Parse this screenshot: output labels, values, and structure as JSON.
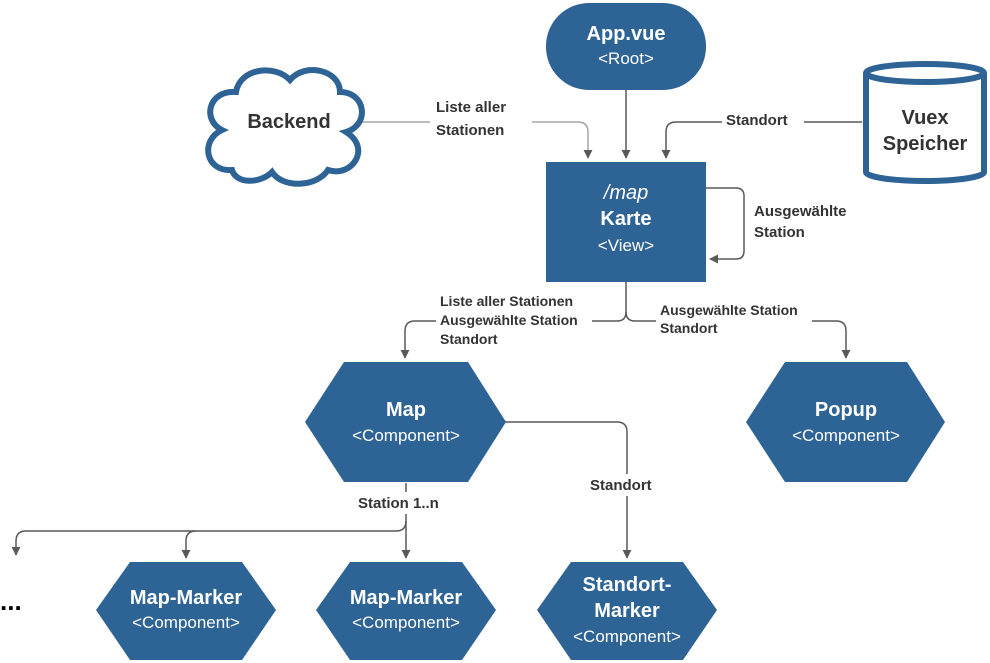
{
  "colors": {
    "node_fill": "#2e6495",
    "node_text": "#ffffff",
    "edge": "#595959",
    "label_text": "#333333"
  },
  "nodes": {
    "app": {
      "title": "App.vue",
      "subtitle": "<Root>"
    },
    "backend": {
      "title": "Backend"
    },
    "vuex": {
      "title_line1": "Vuex",
      "title_line2": "Speicher"
    },
    "karte": {
      "route": "/map",
      "title": "Karte",
      "subtitle": "<View>"
    },
    "map": {
      "title": "Map",
      "subtitle": "<Component>"
    },
    "popup": {
      "title": "Popup",
      "subtitle": "<Component>"
    },
    "marker1": {
      "title": "Map-Marker",
      "subtitle": "<Component>"
    },
    "marker2": {
      "title": "Map-Marker",
      "subtitle": "<Component>"
    },
    "standort_marker": {
      "title_line1": "Standort-",
      "title_line2": "Marker",
      "subtitle": "<Component>"
    },
    "ellipsis": {
      "text": "..."
    }
  },
  "edges": {
    "backend_to_karte": {
      "line1": "Liste aller",
      "line2": "Stationen"
    },
    "vuex_to_karte": {
      "text": "Standort"
    },
    "karte_self": {
      "line1": "Ausgewählte",
      "line2": "Station"
    },
    "karte_to_map": {
      "line1": "Liste aller Stationen",
      "line2": "Ausgewählte Station",
      "line3": "Standort"
    },
    "karte_to_popup": {
      "line1": "Ausgewählte Station",
      "line2": "Standort"
    },
    "map_to_markers": {
      "text": "Station 1..n"
    },
    "map_to_standort": {
      "text": "Standort"
    }
  }
}
